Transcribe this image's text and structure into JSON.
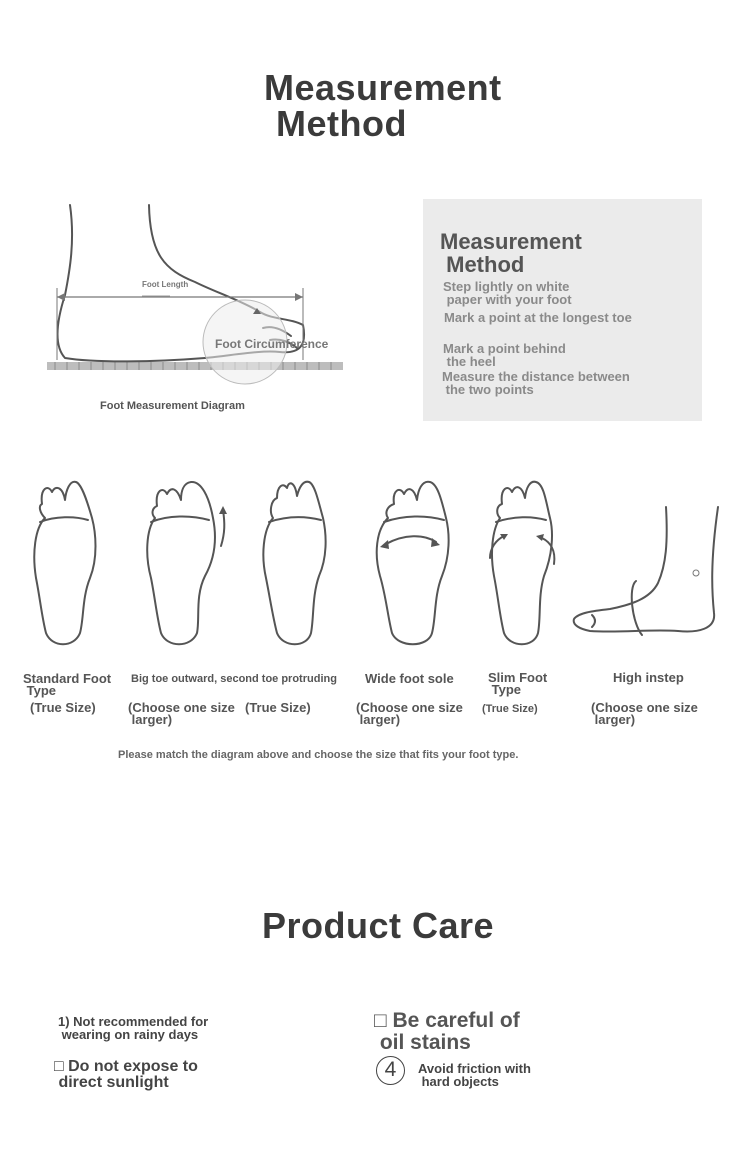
{
  "section1": {
    "title_line1": "Measurement",
    "title_line2": "Method"
  },
  "diagram": {
    "foot_length_label": "Foot Length",
    "foot_circumference_label": "Foot Circumference",
    "caption": "Foot Measurement Diagram"
  },
  "method_box": {
    "title_line1": "Measurement",
    "title_line2": " Method",
    "steps": [
      "Step lightly on white\n paper with your foot",
      "Mark a point at the longest toe",
      "Mark a point behind\n the heel",
      "Measure the distance between\n the two points"
    ]
  },
  "foot_types": [
    {
      "name": "Standard Foot\n Type",
      "size": "(True Size)"
    },
    {
      "name": "Big toe outward, second toe protruding",
      "size": "(Choose one size\n larger)"
    },
    {
      "name": "",
      "size": "(True Size)"
    },
    {
      "name": "Wide foot sole",
      "size": "(Choose one size\n larger)"
    },
    {
      "name": "Slim Foot\n Type",
      "size": "(True Size)"
    },
    {
      "name": "High instep",
      "size": "(Choose one size\n larger)"
    }
  ],
  "match_note": "Please match the diagram above and choose the size that fits your foot type.",
  "section2": {
    "title": "Product Care"
  },
  "care": {
    "item1": "1) Not recommended for\n wearing on rainy days",
    "item2": "□ Be careful of\n oil stains",
    "item3": "□ Do not expose to\n direct sunlight",
    "item4_number": "4",
    "item4": "Avoid friction with\n hard objects"
  }
}
